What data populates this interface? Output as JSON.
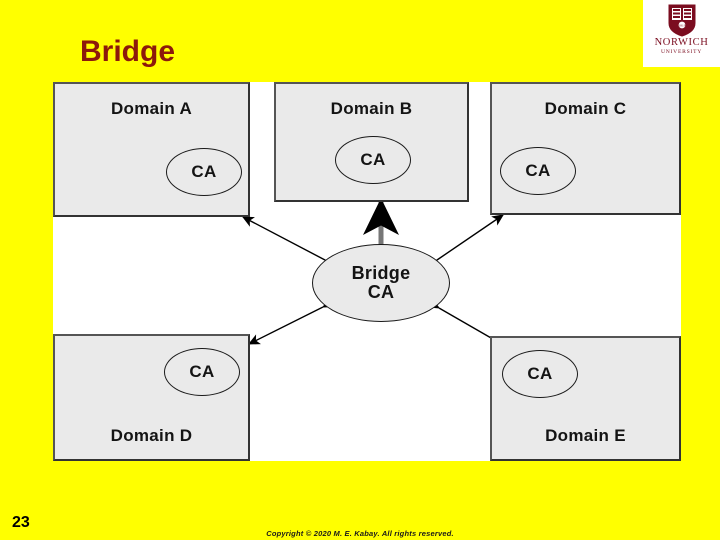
{
  "slide": {
    "title": "Bridge",
    "background_color": "#FFFF00",
    "title_color": "#8C1A0B",
    "canvas_color": "#FFFFFF"
  },
  "logo": {
    "name": "NORWICH",
    "subtitle": "UNIVERSITY",
    "color": "#7B0D20"
  },
  "diagram": {
    "type": "bridge-ca-trust-topology",
    "hub": {
      "line1": "Bridge",
      "line2": "CA"
    },
    "domains": [
      {
        "id": "a",
        "label": "Domain A",
        "ca_label": "CA",
        "label_position": "top",
        "ca_align": "right"
      },
      {
        "id": "b",
        "label": "Domain B",
        "ca_label": "CA",
        "label_position": "top",
        "ca_align": "center"
      },
      {
        "id": "c",
        "label": "Domain C",
        "ca_label": "CA",
        "label_position": "top",
        "ca_align": "left"
      },
      {
        "id": "d",
        "label": "Domain D",
        "ca_label": "CA",
        "label_position": "bottom",
        "ca_align": "right"
      },
      {
        "id": "e",
        "label": "Domain E",
        "ca_label": "CA",
        "label_position": "bottom",
        "ca_align": "left"
      }
    ],
    "connections": [
      {
        "from": "Bridge CA",
        "to": "Domain A CA",
        "style": "double-headed-arrow"
      },
      {
        "from": "Bridge CA",
        "to": "Domain B CA",
        "style": "double-headed-arrow"
      },
      {
        "from": "Bridge CA",
        "to": "Domain C CA",
        "style": "double-headed-arrow"
      },
      {
        "from": "Bridge CA",
        "to": "Domain D CA",
        "style": "double-headed-arrow"
      },
      {
        "from": "Bridge CA",
        "to": "Domain E CA",
        "style": "double-headed-arrow"
      }
    ],
    "box_fill": "#EAEAEA",
    "box_border": "#333333"
  },
  "footer": {
    "page_number": "23",
    "copyright": "Copyright © 2020 M. E. Kabay.  All rights reserved."
  }
}
